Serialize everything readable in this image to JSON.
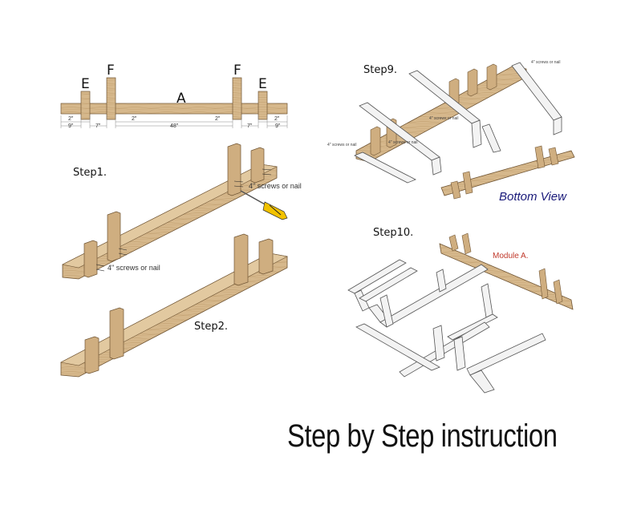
{
  "top_diagram": {
    "letters": [
      "E",
      "F",
      "A",
      "F",
      "E"
    ],
    "dimensions_top": [
      "2\"",
      "2\"",
      "2\"",
      "2\""
    ],
    "dimensions_bottom": [
      "9\"",
      "7\"",
      "48\"",
      "7\"",
      "9\""
    ]
  },
  "step1": {
    "label": "Step1.",
    "annotation_right": "4\" screws or nail",
    "annotation_left": "4\" screws or nail"
  },
  "step2": {
    "label": "Step2."
  },
  "step9": {
    "label": "Step9.",
    "annotation_top": "4\" screws or nail",
    "annotation_mid": "4\" screws or nail",
    "annotation_mid2": "4\" screws or nail",
    "annotation_left": "4\" screws or nail"
  },
  "bottom_view": {
    "label": "Bottom View"
  },
  "step10": {
    "label": "Step10.",
    "module_label": "Module A."
  },
  "footer": {
    "title": "Step by Step instruction"
  },
  "colors": {
    "wood": "#d2b48a",
    "wood_dark": "#a8885e",
    "wood_edge": "#6f5433",
    "white_wood": "#f1f1f1",
    "white_edge": "#555555",
    "module_label": "#c0392b",
    "bottom_view": "#1a1a7a"
  }
}
